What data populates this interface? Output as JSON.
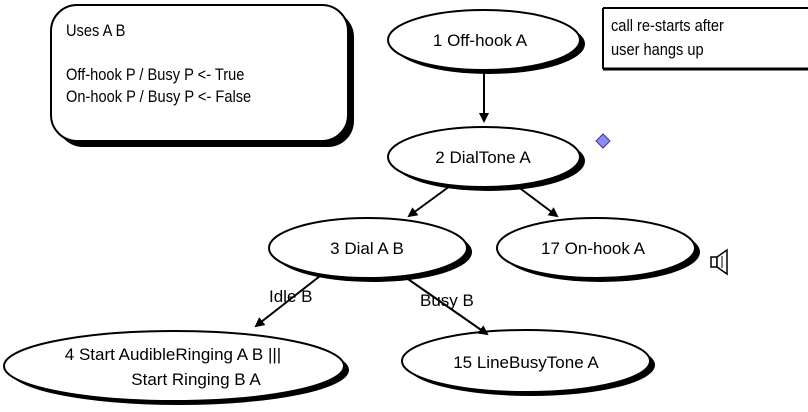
{
  "info_box": {
    "lines": [
      "Uses A B",
      "",
      "Off-hook P / Busy P <- True",
      "On-hook P / Busy P <- False"
    ]
  },
  "note": {
    "lines": [
      "call re-starts after",
      "user hangs up"
    ]
  },
  "nodes": {
    "n1": "1 Off-hook A",
    "n2": "2 DialTone A",
    "n3": "3 Dial A B",
    "n17": "17 On-hook A",
    "n4_line1": "4 Start AudibleRinging A B |||",
    "n4_line2": "Start Ringing B A",
    "n15": "15 LineBusyTone A"
  },
  "edge_labels": {
    "idle": "Idle B",
    "busy": "Busy B"
  },
  "icons": {
    "diamond": "diamond-marker-icon",
    "speaker": "speaker-icon"
  },
  "colors": {
    "shadow": "#000000",
    "fill": "#ffffff",
    "diamond_fill": "#8c8cf0"
  }
}
